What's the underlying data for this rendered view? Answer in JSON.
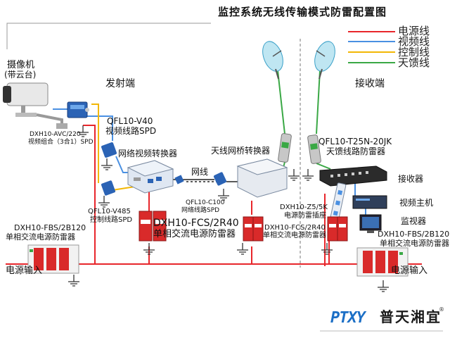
{
  "title": "监控系统无线传输模式防雷配置图",
  "legend": [
    {
      "label": "电源线",
      "color": "#e8262b"
    },
    {
      "label": "视频线",
      "color": "#4a90e2"
    },
    {
      "label": "控制线",
      "color": "#f2b705"
    },
    {
      "label": "天馈线",
      "color": "#3aa845"
    }
  ],
  "sections": {
    "transmit": "发射端",
    "receive": "接收端"
  },
  "labels": {
    "camera_l1": "摄像机",
    "camera_l2": "(带云台)",
    "avc_l1": "DXH10-AVC/220",
    "avc_l2": "视频组合（3合1）SPD",
    "v40_l1": "QFL10-V40",
    "v40_l2": "视频线路SPD",
    "converter": "网络视频转换器",
    "network": "网线",
    "c100_l1": "QFL10-C100",
    "c100_l2": "网络线路SPD",
    "bridge": "天线网桥转换器",
    "v485_l1": "QFL10-V485",
    "v485_l2": "控制线路SPD",
    "fcs_l1": "DXH10-FCS/2R40",
    "fcs_l2": "单相交流电源防雷器",
    "fbs_left_l1": "DXH10-FBS/2B120",
    "fbs_left_l2": "单相交流电源防雷器",
    "power_in_left": "电源输入",
    "t25n_l1": "QFL10-T25N-20JK",
    "t25n_l2": "天馈线路防雷器",
    "receiver": "接收器",
    "z5_l1": "DXH10-Z5/5K",
    "z5_l2": "电源防雷插座",
    "video_host": "视频主机",
    "fcs2_l1": "DXH10-FCS/2R40",
    "fcs2_l2": "单相交流电源防雷器",
    "monitor": "监视器",
    "fbs_right_l1": "DXH10-FBS/2B120",
    "fbs_right_l2": "单相交流电源防雷器",
    "power_in_right": "电源输入",
    "brand_logo": "PTXY",
    "brand_name": "普天湘宜",
    "registered": "®"
  }
}
